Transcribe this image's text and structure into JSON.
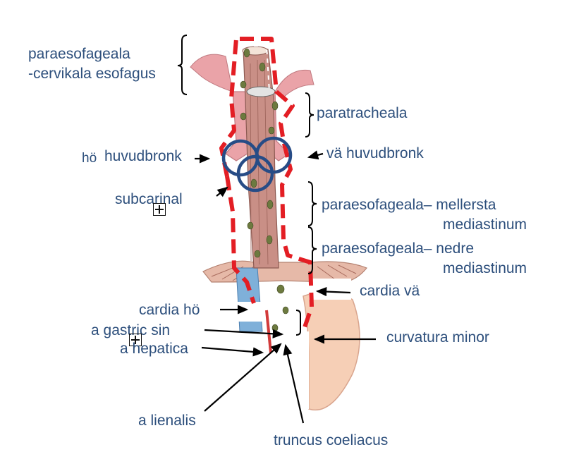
{
  "labels": {
    "paraesofageala_cervikala_1": "paraesofageala",
    "paraesofageala_cervikala_2": "-cervikala esofagus",
    "paratracheala": "paratracheala",
    "ho_huvudbronk_prefix": "hö",
    "ho_huvudbronk": "huvudbronk",
    "va_huvudbronk": "vä huvudbronk",
    "subcarinal": "subcarinal",
    "paraesofageala_mellersta_1": "paraesofageala– mellersta",
    "paraesofageala_mellersta_2": "mediastinum",
    "paraesofageala_nedre_1": "paraesofageala– nedre",
    "paraesofageala_nedre_2": "mediastinum",
    "cardia_va": "cardia vä",
    "cardia_ho": "cardia hö",
    "a_gastric_sin": "a gastric   sin",
    "a_hepatica": "a hepatica",
    "curvatura_minor": "curvatura minor",
    "a_lienalis": "a lienalis",
    "truncus_coeliacus": "truncus  coeliacus"
  },
  "colors": {
    "label_text": "#2d4f7c",
    "dashed_outline": "#e31e24",
    "carina_circles": "#274c86",
    "esophagus": "#c98f86",
    "trachea": "#eaa3a8",
    "lymph_node": "#6d7a3f",
    "stomach": "#f6cfb6",
    "diaphragm": "#e6b9a8",
    "vena_cava": "#7fb0d9",
    "arrow": "#000000"
  },
  "icons": [
    "expand-marker-icon",
    "expand-marker-icon"
  ]
}
